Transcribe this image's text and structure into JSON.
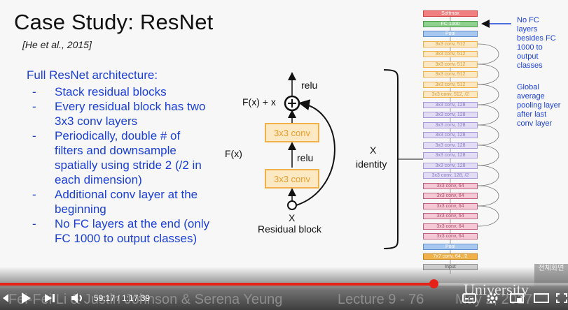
{
  "slide": {
    "title": "Case Study: ResNet",
    "citation": "[He et al., 2015]",
    "arch_title": "Full ResNet architecture:",
    "bullets": [
      "Stack residual blocks",
      "Every residual block has two 3x3 conv layers",
      "Periodically, double # of filters and downsample spatially using stride 2 (/2 in each dimension)",
      "Additional conv layer at the beginning",
      "No FC layers at the end (only FC 1000 to output classes)"
    ],
    "bullet_marker": "-"
  },
  "diagram": {
    "relu_top": "relu",
    "fx_plus_x": "F(x) + x",
    "conv_top": "3x3 conv",
    "relu_mid": "relu",
    "conv_bottom": "3x3 conv",
    "fx": "F(x)",
    "x_right": "X",
    "identity": "identity",
    "x_bottom": "X",
    "caption": "Residual block"
  },
  "network": {
    "notes": [
      "No FC\nlayers\nbesides FC\n1000 to\noutput\nclasses",
      "Global\naverage\npooling layer\nafter last\nconv layer"
    ],
    "layers": [
      {
        "label": "Softmax",
        "fill": "#f08080",
        "border": "#d04040",
        "color": "#ffffff"
      },
      {
        "label": "FC 1000",
        "fill": "#8fd08f",
        "border": "#4aa04a",
        "color": "#ffffff"
      },
      {
        "label": "Pool",
        "fill": "#a8c8f0",
        "border": "#6090d0",
        "color": "#ffffff"
      },
      {
        "label": "3x3 conv, 512",
        "fill": "#fde8c4",
        "border": "#f0b04a",
        "color": "#d99a30"
      },
      {
        "label": "3x3 conv, 512",
        "fill": "#fde8c4",
        "border": "#f0b04a",
        "color": "#d99a30"
      },
      {
        "label": "3x3 conv, 512",
        "fill": "#fde8c4",
        "border": "#f0b04a",
        "color": "#d99a30"
      },
      {
        "label": "3x3 conv, 512",
        "fill": "#fde8c4",
        "border": "#f0b04a",
        "color": "#d99a30"
      },
      {
        "label": "3x3 conv, 512",
        "fill": "#fde8c4",
        "border": "#f0b04a",
        "color": "#d99a30"
      },
      {
        "label": "3x3 conv, 512, /2",
        "fill": "#fde8c4",
        "border": "#f0b04a",
        "color": "#d99a30"
      },
      {
        "label": "3x3 conv, 128",
        "fill": "#e2dcf4",
        "border": "#a898d8",
        "color": "#8a7ac8"
      },
      {
        "label": "3x3 conv, 128",
        "fill": "#e2dcf4",
        "border": "#a898d8",
        "color": "#8a7ac8"
      },
      {
        "label": "3x3 conv, 128",
        "fill": "#e2dcf4",
        "border": "#a898d8",
        "color": "#8a7ac8"
      },
      {
        "label": "3x3 conv, 128",
        "fill": "#e2dcf4",
        "border": "#a898d8",
        "color": "#8a7ac8"
      },
      {
        "label": "3x3 conv, 128",
        "fill": "#e2dcf4",
        "border": "#a898d8",
        "color": "#8a7ac8"
      },
      {
        "label": "3x3 conv, 128",
        "fill": "#e2dcf4",
        "border": "#a898d8",
        "color": "#8a7ac8"
      },
      {
        "label": "3x3 conv, 128",
        "fill": "#e2dcf4",
        "border": "#a898d8",
        "color": "#8a7ac8"
      },
      {
        "label": "3x3 conv, 128, /2",
        "fill": "#e2dcf4",
        "border": "#a898d8",
        "color": "#8a7ac8"
      },
      {
        "label": "3x3 conv, 64",
        "fill": "#f4c8d4",
        "border": "#c06080",
        "color": "#b05070"
      },
      {
        "label": "3x3 conv, 64",
        "fill": "#f4c8d4",
        "border": "#c06080",
        "color": "#b05070"
      },
      {
        "label": "3x3 conv, 64",
        "fill": "#f4c8d4",
        "border": "#c06080",
        "color": "#b05070"
      },
      {
        "label": "3x3 conv, 64",
        "fill": "#f4c8d4",
        "border": "#c06080",
        "color": "#b05070"
      },
      {
        "label": "3x3 conv, 64",
        "fill": "#f4c8d4",
        "border": "#c06080",
        "color": "#b05070"
      },
      {
        "label": "3x3 conv, 64",
        "fill": "#f4c8d4",
        "border": "#c06080",
        "color": "#b05070"
      },
      {
        "label": "Pool",
        "fill": "#a8c8f0",
        "border": "#6090d0",
        "color": "#ffffff"
      },
      {
        "label": "7x7 conv, 64, /2",
        "fill": "#f0b04a",
        "border": "#c88a20",
        "color": "#ffffff"
      },
      {
        "label": "Input",
        "fill": "#cfcfcf",
        "border": "#909090",
        "color": "#555555"
      }
    ]
  },
  "player": {
    "time": "59:17 / 1:17:39",
    "progress": 0.763,
    "footer_left": "Fei-Fei Li & Justin Johnson & Serena Yeung",
    "footer_center": "Lecture 9 - 76",
    "footer_right": "May 2, 2017",
    "watermark": "University",
    "side_badge": "전체화면",
    "colors": {
      "accent": "#e62117",
      "link": "#1a3fd6"
    }
  }
}
